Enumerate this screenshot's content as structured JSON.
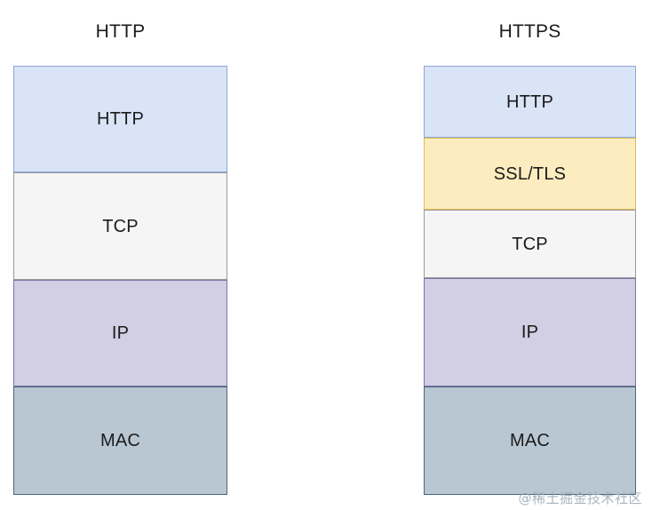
{
  "diagram": {
    "columns": [
      {
        "id": "http",
        "title": "HTTP",
        "layers": [
          {
            "label": "HTTP",
            "color": "#dae4f7",
            "border": "#8ba7d6"
          },
          {
            "label": "TCP",
            "color": "#f5f5f5",
            "border": "#9a9a9a"
          },
          {
            "label": "IP",
            "color": "#d2cee3",
            "border": "#7a75a8"
          },
          {
            "label": "MAC",
            "color": "#b9c7d2",
            "border": "#4d6578"
          }
        ]
      },
      {
        "id": "https",
        "title": "HTTPS",
        "layers": [
          {
            "label": "HTTP",
            "color": "#dae4f7",
            "border": "#8ba7d6"
          },
          {
            "label": "SSL/TLS",
            "color": "#fcecc0",
            "border": "#e2bb55"
          },
          {
            "label": "TCP",
            "color": "#f5f5f5",
            "border": "#9a9a9a"
          },
          {
            "label": "IP",
            "color": "#d2cee3",
            "border": "#7a75a8"
          },
          {
            "label": "MAC",
            "color": "#b9c7d2",
            "border": "#4d6578"
          }
        ]
      }
    ]
  },
  "watermark": {
    "text": "@稀土掘金技术社区",
    "color": "#9aa7b4"
  },
  "background": "#ffffff"
}
